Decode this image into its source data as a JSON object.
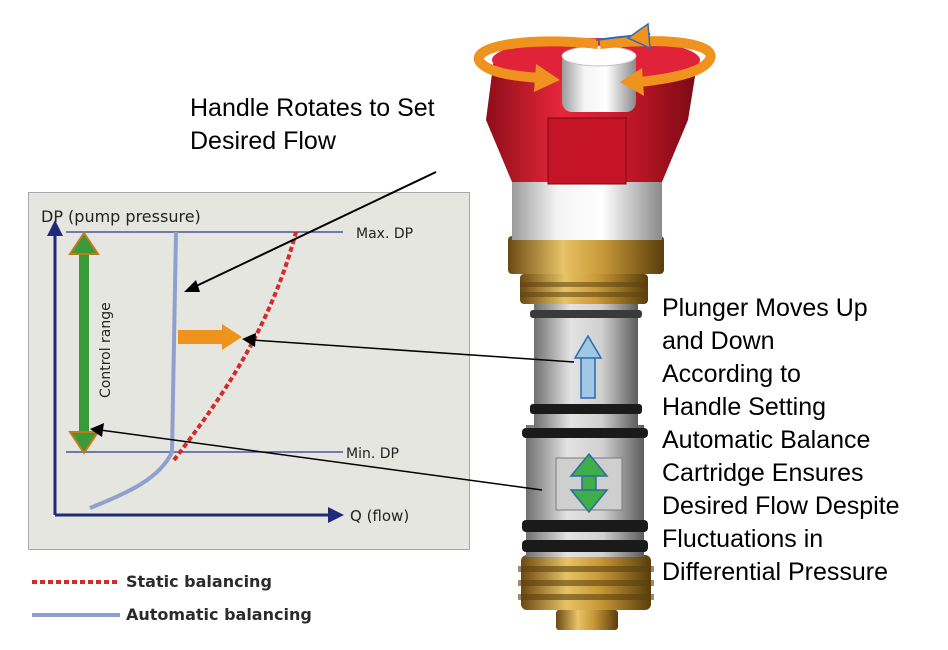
{
  "callouts": {
    "handle": [
      "Handle Rotates to Set",
      "Desired Flow"
    ],
    "plunger": [
      "Plunger Moves Up",
      "and Down",
      "According to",
      "Handle Setting"
    ],
    "cartridge": [
      "Automatic Balance",
      "Cartridge Ensures",
      "Desired Flow Despite",
      "Fluctuations in",
      "Differential Pressure"
    ]
  },
  "chart": {
    "y_axis_label": "DP (pump pressure)",
    "x_axis_label": "Q (flow)",
    "max_label": "Max. DP",
    "min_label": "Min. DP",
    "range_label": "Control range"
  },
  "legend": {
    "static": "Static balancing",
    "automatic": "Automatic balancing"
  },
  "colors": {
    "static_curve": "#d42a2a",
    "automatic_curve": "#8fa0cf",
    "axis": "#1f2a7a",
    "control_range": "#3a9a3a",
    "arrow_orange": "#f0921e",
    "valve_red": "#d7192b",
    "brass": "#c79a3a"
  },
  "icons": {
    "rotation": "rotation-arrows-icon",
    "plunger": "up-arrow-icon",
    "cartridge": "double-arrow-icon"
  }
}
